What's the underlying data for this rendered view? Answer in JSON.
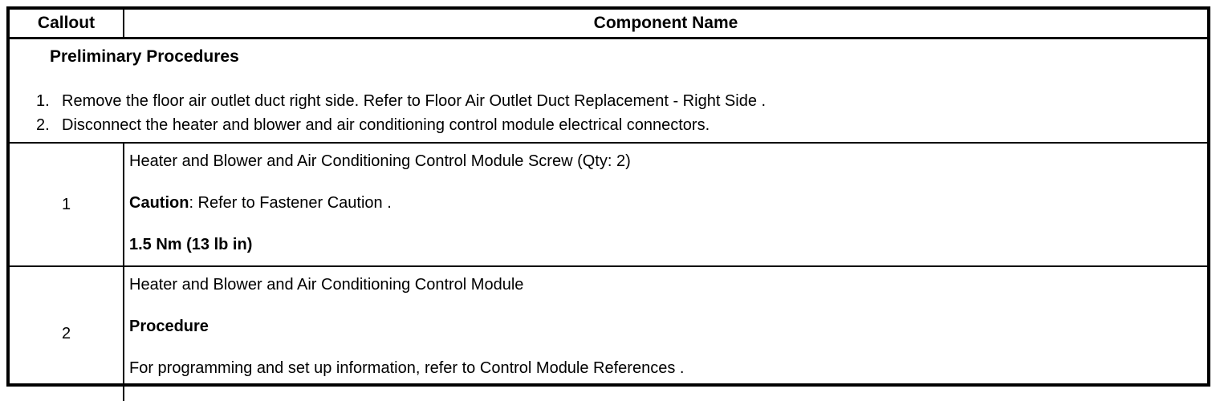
{
  "table": {
    "header": {
      "callout": "Callout",
      "component_name": "Component Name"
    },
    "preliminary": {
      "title": "Preliminary Procedures",
      "steps": [
        {
          "num": "1.",
          "pre": "Remove the floor air outlet duct right side. Refer to ",
          "link": "Floor Air Outlet Duct Replacement - Right Side",
          "post": " ."
        },
        {
          "num": "2.",
          "pre": "Disconnect the heater and blower and air conditioning control module electrical connectors."
        }
      ]
    },
    "rows": [
      {
        "callout": "1",
        "lines": [
          {
            "pre": "Heater and Blower and Air Conditioning Control Module Screw (Qty: 2)"
          },
          {
            "bold": "Caution",
            "pre": ": Refer to ",
            "link": "Fastener Caution",
            "post": " ."
          },
          {
            "bold": "1.5 Nm (13 lb in)"
          }
        ]
      },
      {
        "callout": "2",
        "lines": [
          {
            "pre": "Heater and Blower and Air Conditioning Control Module"
          },
          {
            "bold": "Procedure"
          },
          {
            "pre": "For programming and set up information, refer to ",
            "link": "Control Module References",
            "post": " ."
          }
        ]
      }
    ]
  },
  "colors": {
    "border": "#000000",
    "text": "#000000",
    "background": "#ffffff"
  }
}
